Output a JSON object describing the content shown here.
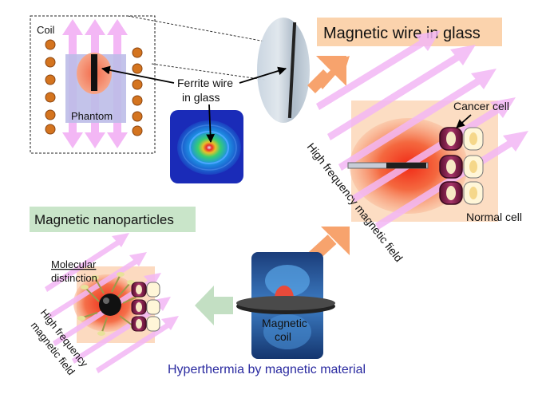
{
  "labels": {
    "coil": "Coil",
    "phantom": "Phantom",
    "ferrite_line1": "Ferrite wire",
    "ferrite_line2": "in glass",
    "magnetic_wire_in_glass": "Magnetic wire in glass",
    "cancer_cell": "Cancer cell",
    "normal_cell": "Normal cell",
    "hf_field_right": "High frequency magnetic field",
    "magnetic_nanoparticles": "Magnetic nanoparticles",
    "molecular_line1": "Molecular",
    "molecular_line2": "distinction",
    "hf_field_left_line1": "High frequency",
    "hf_field_left_line2": "magnetic field",
    "magnetic_coil_line1": "Magnetic",
    "magnetic_coil_line2": "coil",
    "footer_title": "Hyperthermia by magnetic material"
  },
  "colors": {
    "title_box_top": "#fbd3ad",
    "title_box_bottom": "#c9e5c9",
    "field_arrow": "#f3b7f5",
    "coil_dot": "#d4741f",
    "tumor_red": "#ef2b1a",
    "cancer_cell": "#7a1f45",
    "normal_cell": "#fff6d8",
    "orange_arrow": "#f7a36d",
    "green_arrow": "#c3dfc3",
    "footer_text": "#2a2aa0"
  }
}
